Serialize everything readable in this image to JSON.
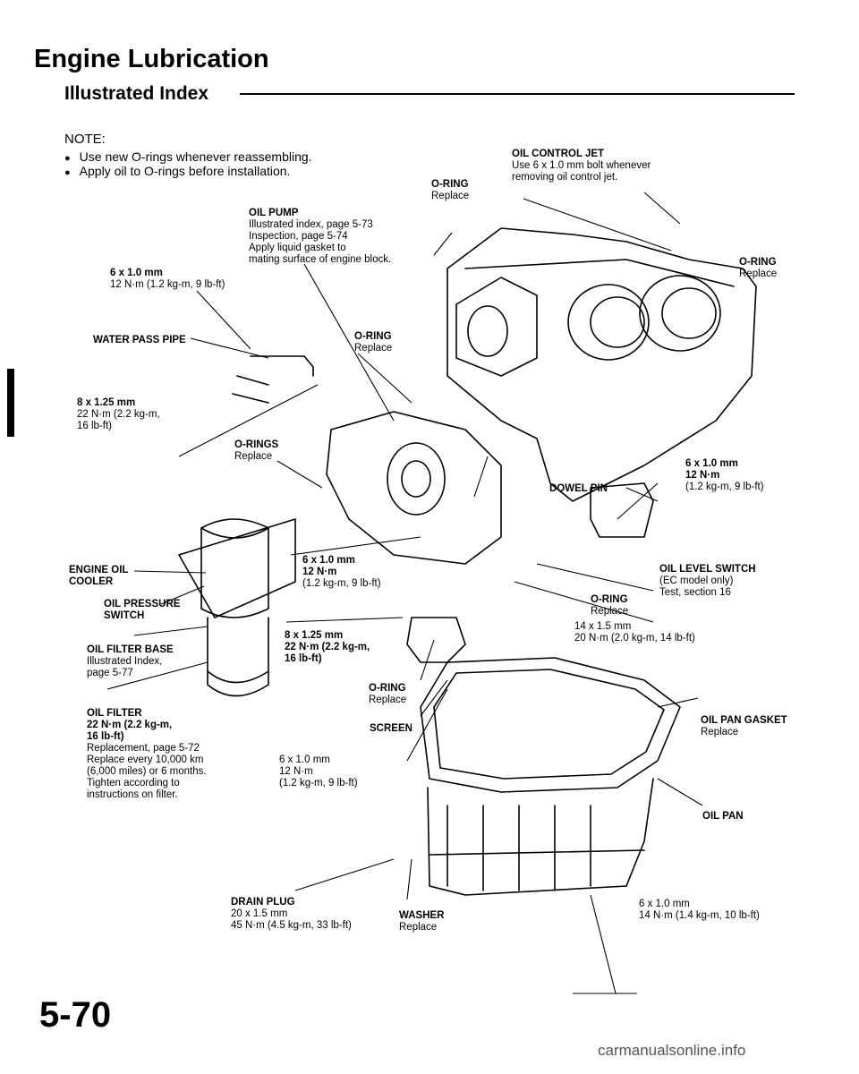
{
  "header": {
    "title": "Engine Lubrication",
    "subtitle": "Illustrated Index"
  },
  "note": {
    "heading": "NOTE:",
    "items": [
      "Use new O-rings whenever reassembling.",
      "Apply oil to O-rings before installation."
    ]
  },
  "labels": {
    "oil_control_jet": [
      "OIL CONTROL JET",
      "Use 6 x 1.0 mm bolt whenever",
      "removing oil control jet."
    ],
    "oring_top": [
      "O-RING",
      "Replace"
    ],
    "oring_top_right": [
      "O-RING",
      "Replace"
    ],
    "oil_pump": [
      "OIL PUMP",
      "Illustrated index, page 5-73",
      "Inspection, page 5-74",
      "Apply liquid gasket to",
      "mating surface of engine block."
    ],
    "bolt_6x10_top": [
      "6 x 1.0 mm",
      "12 N·m (1.2 kg-m, 9 lb-ft)"
    ],
    "water_pass_pipe": [
      "WATER PASS PIPE"
    ],
    "oring_pump": [
      "O-RING",
      "Replace"
    ],
    "bolt_8x125_left": [
      "8 x 1.25 mm",
      "22 N·m (2.2 kg-m,",
      "16 lb-ft)"
    ],
    "orings_pipe": [
      "O-RINGS",
      "Replace"
    ],
    "bolt_6x10_right": [
      "6 x 1.0 mm",
      "12 N·m",
      "(1.2 kg-m, 9 lb-ft)"
    ],
    "dowel_pin": [
      "DOWEL PIN"
    ],
    "engine_oil_cooler": [
      "ENGINE OIL",
      "COOLER"
    ],
    "bolt_6x10_mid": [
      "6 x 1.0 mm",
      "12 N·m",
      "(1.2 kg-m, 9 lb-ft)"
    ],
    "oil_level_switch": [
      "OIL LEVEL SWITCH",
      "(EC model only)",
      "Test, section 16"
    ],
    "oil_pressure_switch": [
      "OIL PRESSURE",
      "SWITCH"
    ],
    "oring_switch": [
      "O-RING",
      "Replace"
    ],
    "bolt_14x15": [
      "14 x 1.5 mm",
      "20 N·m (2.0 kg-m, 14 lb-ft)"
    ],
    "bolt_8x125_mid": [
      "8 x 1.25 mm",
      "22 N·m (2.2 kg-m,",
      "16 lb-ft)"
    ],
    "oil_filter_base": [
      "OIL FILTER BASE",
      "Illustrated Index,",
      "page 5-77"
    ],
    "oring_screen": [
      "O-RING",
      "Replace"
    ],
    "screen": [
      "SCREEN"
    ],
    "oil_pan_gasket": [
      "OIL PAN GASKET",
      "Replace"
    ],
    "oil_filter": [
      "OIL FILTER",
      "22 N·m (2.2 kg-m,",
      "16 lb-ft)",
      "Replacement, page 5-72",
      "Replace every 10,000 km",
      "(6,000 miles) or 6 months.",
      "Tighten according to",
      "instructions on filter."
    ],
    "bolt_6x10_pan": [
      "6 x 1.0 mm",
      "12 N·m",
      "(1.2 kg-m, 9 lb-ft)"
    ],
    "oil_pan": [
      "OIL PAN"
    ],
    "drain_plug": [
      "DRAIN PLUG",
      "20 x 1.5 mm",
      "45 N·m (4.5 kg-m, 33 lb-ft)"
    ],
    "washer": [
      "WASHER",
      "Replace"
    ],
    "bolt_6x10_bottom": [
      "6 x 1.0 mm",
      "14 N·m (1.4 kg-m, 10 lb-ft)"
    ]
  },
  "footer": {
    "page_number": "5-70",
    "watermark": "carmanualsonline.info"
  }
}
